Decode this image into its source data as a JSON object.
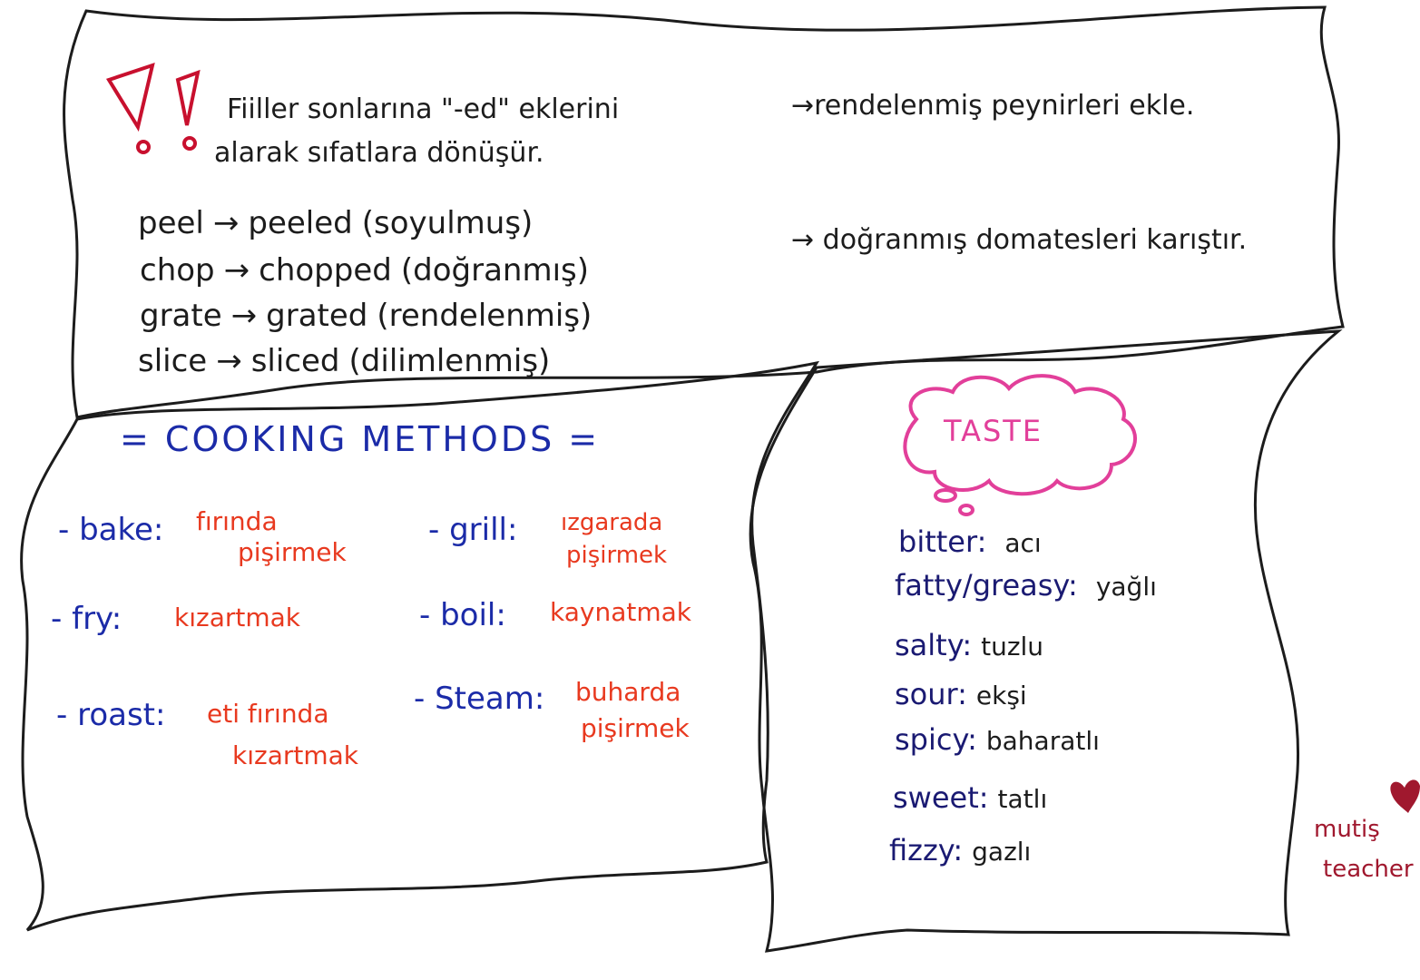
{
  "grammar_note": {
    "line1": "Fiiller sonlarına \"-ed\" eklerini",
    "line2": "alarak sıfatlara dönüşür.",
    "rows": [
      {
        "verb": "peel",
        "arrow": "→",
        "adjective": "peeled",
        "meaning": "(soyulmuş)"
      },
      {
        "verb": "chop",
        "arrow": "→",
        "adjective": "chopped",
        "meaning": "(doğranmış)"
      },
      {
        "verb": "grate",
        "arrow": "→",
        "adjective": "grated",
        "meaning": "(rendelenmiş)"
      },
      {
        "verb": "slice",
        "arrow": "→",
        "adjective": "sliced",
        "meaning": "(dilimlenmiş)"
      }
    ],
    "example1": "→rendelenmiş peynirleri ekle.",
    "example2": "→ doğranmış domatesleri karıştır."
  },
  "cooking_methods": {
    "title": "= COOKING METHODS =",
    "items": [
      {
        "dash": "-",
        "term": "bake",
        "colon": ":",
        "line1": "fırında",
        "line2": "pişirmek"
      },
      {
        "dash": "-",
        "term": "grill",
        "colon": ":",
        "line1": "ızgarada",
        "line2": "pişirmek"
      },
      {
        "dash": "-",
        "term": "fry",
        "colon": ":",
        "line1": "kızartmak",
        "line2": ""
      },
      {
        "dash": "-",
        "term": "boil",
        "colon": ":",
        "line1": "kaynatmak",
        "line2": ""
      },
      {
        "dash": "-",
        "term": "roast",
        "colon": ":",
        "line1": "eti fırında",
        "line2": "kızartmak"
      },
      {
        "dash": "-",
        "term": "Steam",
        "colon": ":",
        "line1": "buharda",
        "line2": "pişirmek"
      }
    ]
  },
  "taste": {
    "title": "TASTE",
    "items": [
      {
        "term": "bitter",
        "colon": ":",
        "meaning": "acı"
      },
      {
        "term": "fatty/greasy",
        "colon": ":",
        "meaning": "yağlı"
      },
      {
        "term": "salty",
        "colon": ":",
        "meaning": "tuzlu"
      },
      {
        "term": "sour",
        "colon": ":",
        "meaning": "ekşi"
      },
      {
        "term": "spicy",
        "colon": ":",
        "meaning": "baharatlı"
      },
      {
        "term": "sweet",
        "colon": ":",
        "meaning": "tatlı"
      },
      {
        "term": "fizzy",
        "colon": ":",
        "meaning": "gazlı"
      }
    ]
  },
  "signature": {
    "line1": "mutiş",
    "line2": "teacher"
  },
  "colors": {
    "ink_black": "#1c1c1c",
    "ink_navy": "#1a1a72",
    "ink_blue": "#1b2ba8",
    "ink_red": "#e8391f",
    "ink_pink": "#e23f9a",
    "ink_maroon": "#a0182e",
    "warning_icon": "#c8102e"
  },
  "icons": [
    "warning-exclamation-icon",
    "thought-cloud-icon",
    "heart-icon"
  ]
}
